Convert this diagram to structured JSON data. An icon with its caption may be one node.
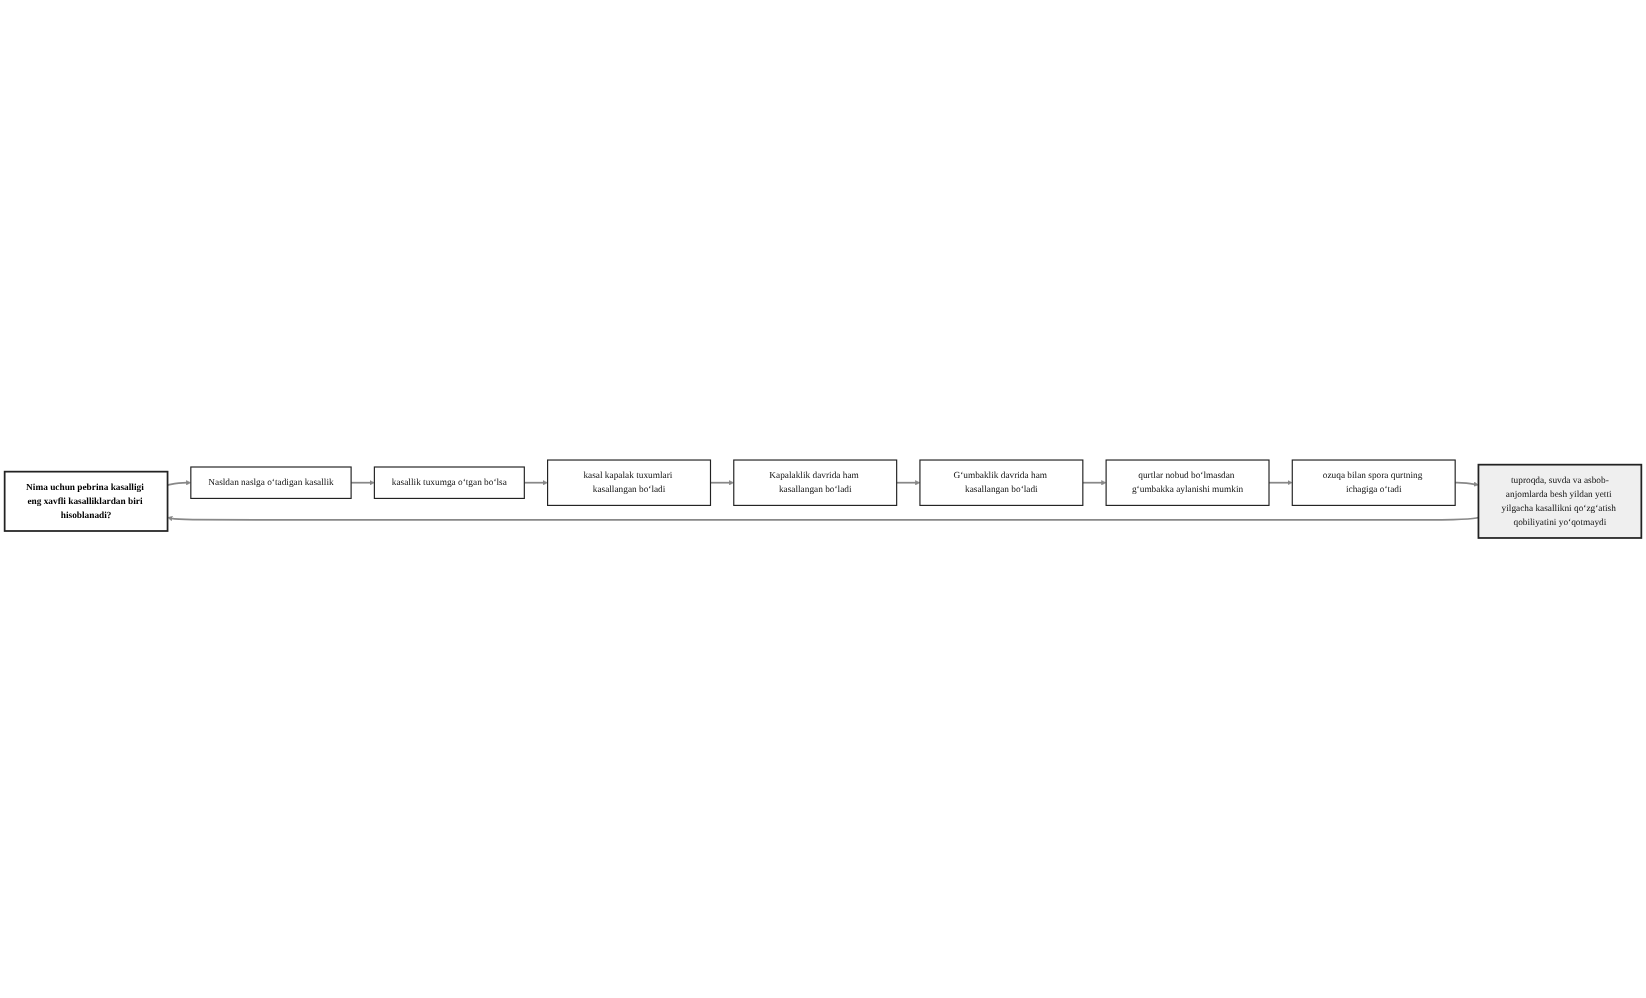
{
  "diagram": {
    "nodes": [
      {
        "text": [
          "Nima uchun pebrina kasalligi eng xavfli kasalliklardan biri hisoblanadi?"
        ]
      },
      {
        "text": [
          "Nasldan naslga o‘tadigan kasallik"
        ]
      },
      {
        "text": [
          "kasallik tuxumga o‘tgan bo‘lsa"
        ]
      },
      {
        "text": [
          "kasal kapalak tuxumlari kasallangan bo‘ladi"
        ]
      },
      {
        "text": [
          "Kapalaklik davrida ham kasallangan bo‘ladi"
        ]
      },
      {
        "text": [
          "G‘umbaklik davrida ham kasallangan bo‘ladi"
        ]
      },
      {
        "text": [
          "qurtlar nobud bo‘lmasdan g‘umbakka aylanishi mumkin"
        ]
      },
      {
        "text": [
          "ozuqa bilan spora qurtning ichagiga o‘tadi"
        ]
      },
      {
        "text": [
          "tuproqda, suvda va asbob-anjomlarda besh yildan yetti yilgacha kasallikni qo‘zg‘atish qobiliyatini yo‘qotmaydi"
        ]
      }
    ],
    "edges": [
      {
        "from": 0,
        "to": 1,
        "arrow": "to"
      },
      {
        "from": 1,
        "to": 2,
        "arrow": "to"
      },
      {
        "from": 2,
        "to": 3,
        "arrow": "to"
      },
      {
        "from": 3,
        "to": 4,
        "arrow": "to"
      },
      {
        "from": 4,
        "to": 5,
        "arrow": "to"
      },
      {
        "from": 5,
        "to": 6,
        "arrow": "to"
      },
      {
        "from": 6,
        "to": 7,
        "arrow": "to"
      },
      {
        "from": 7,
        "to": 8,
        "arrow": "to"
      },
      {
        "from": 8,
        "to": 0,
        "arrow": "to"
      }
    ]
  }
}
